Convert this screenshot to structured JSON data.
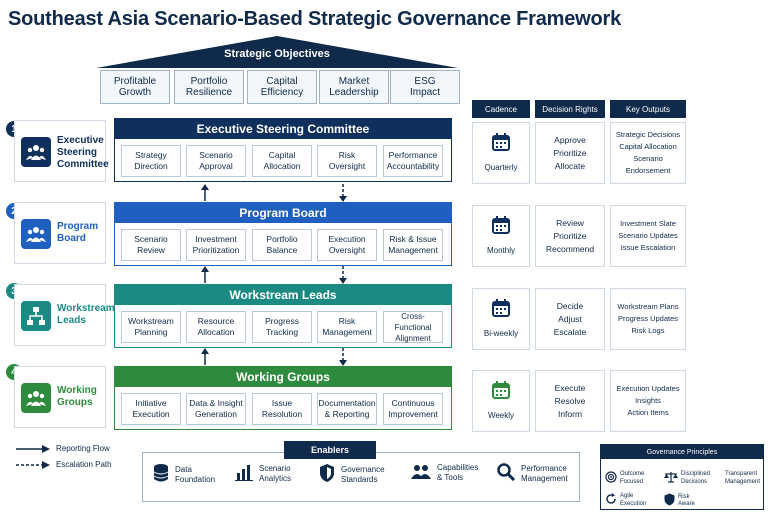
{
  "title": "Southeast Asia Scenario-Based Strategic Governance Framework",
  "strategic_objectives": {
    "label": "Strategic Objectives",
    "items": [
      "Profitable\nGrowth",
      "Portfolio\nResilience",
      "Capital\nEfficiency",
      "Market\nLeadership",
      "ESG\nImpact"
    ]
  },
  "levels": [
    {
      "number": "1",
      "name": "Executive\nSteering\nCommittee",
      "icon": "people-group-icon",
      "color": "#0f2f5c",
      "band_title": "Executive Steering Committee",
      "cells": [
        "Strategy\nDirection",
        "Scenario\nApproval",
        "Capital\nAllocation",
        "Risk\nOversight",
        "Performance\nAccountability"
      ],
      "cadence": "Quarterly",
      "decision_rights": "Approve\nPrioritize\nAllocate",
      "key_outputs": "Strategic Decisions\nCapital Allocation\nScenario Endorsement"
    },
    {
      "number": "2",
      "name": "Program\nBoard",
      "icon": "people-group-icon",
      "color": "#1f5fbf",
      "band_title": "Program Board",
      "cells": [
        "Scenario\nReview",
        "Investment\nPrioritization",
        "Portfolio\nBalance",
        "Execution\nOversight",
        "Risk & Issue\nManagement"
      ],
      "cadence": "Monthly",
      "decision_rights": "Review\nPrioritize\nRecommend",
      "key_outputs": "Investment Slate\nScenario Updates\nIssue Escalation"
    },
    {
      "number": "3",
      "name": "Workstream\nLeads",
      "icon": "org-chart-icon",
      "color": "#1a8a82",
      "band_title": "Workstream Leads",
      "cells": [
        "Workstream\nPlanning",
        "Resource\nAllocation",
        "Progress\nTracking",
        "Risk\nManagement",
        "Cross-Functional\nAlignment"
      ],
      "cadence": "Bi-weekly",
      "decision_rights": "Decide\nAdjust\nEscalate",
      "key_outputs": "Workstream Plans\nProgress Updates\nRisk Logs"
    },
    {
      "number": "4",
      "name": "Working\nGroups",
      "icon": "people-group-icon",
      "color": "#2e8b3e",
      "band_title": "Working Groups",
      "cells": [
        "Initiative\nExecution",
        "Data & Insight\nGeneration",
        "Issue\nResolution",
        "Documentation\n& Reporting",
        "Continuous\nImprovement"
      ],
      "cadence": "Weekly",
      "decision_rights": "Execute\nResolve\nInform",
      "key_outputs": "Execution Updates\nInsights\nAction Items"
    }
  ],
  "columns": {
    "cadence": "Cadence",
    "decision_rights": "Decision Rights",
    "key_outputs": "Key Outputs"
  },
  "legend": {
    "reporting": "Reporting Flow",
    "escalation": "Escalation Path"
  },
  "enablers": {
    "label": "Enablers",
    "items": [
      {
        "label": "Data\nFoundation",
        "icon": "database-icon"
      },
      {
        "label": "Scenario\nAnalytics",
        "icon": "bar-chart-icon"
      },
      {
        "label": "Governance\nStandards",
        "icon": "shield-icon"
      },
      {
        "label": "Capabilities\n& Tools",
        "icon": "people-icon"
      },
      {
        "label": "Performance\nManagement",
        "icon": "magnifier-icon"
      }
    ]
  },
  "principles": {
    "label": "Governance Principles",
    "items": [
      {
        "label": "Outcome\nFocused",
        "icon": "target-icon"
      },
      {
        "label": "Disciplined\nDecisions",
        "icon": "scales-icon"
      },
      {
        "label": "Transparent\nManagement",
        "icon": ""
      },
      {
        "label": "Agile\nExecution",
        "icon": "cycle-icon"
      },
      {
        "label": "Risk\nAware",
        "icon": "shield-icon"
      }
    ]
  }
}
